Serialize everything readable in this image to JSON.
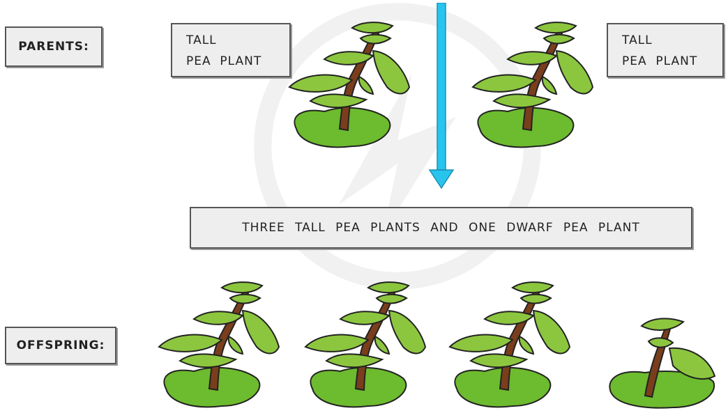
{
  "labels": {
    "parents": "PARENTS:",
    "offspring": "OFFSPRING:",
    "parent1_line1": "TALL",
    "parent1_line2": "PEA  PLANT",
    "parent2_line1": "TALL",
    "parent2_line2": "PEA  PLANT",
    "result": "THREE TALL PEA PLANTS AND ONE DWARF PEA PLANT"
  },
  "icons": {
    "plant_tall": "tall-pea-plant-icon",
    "plant_dwarf": "dwarf-pea-plant-icon",
    "arrow": "down-arrow-icon"
  },
  "colors": {
    "leaf": "#8cc63f",
    "leaf_dark": "#6aa82c",
    "ground": "#6dbb2e",
    "stem": "#7a3e1d",
    "arrow": "#29c4ee",
    "box_bg": "#eeeeee"
  }
}
